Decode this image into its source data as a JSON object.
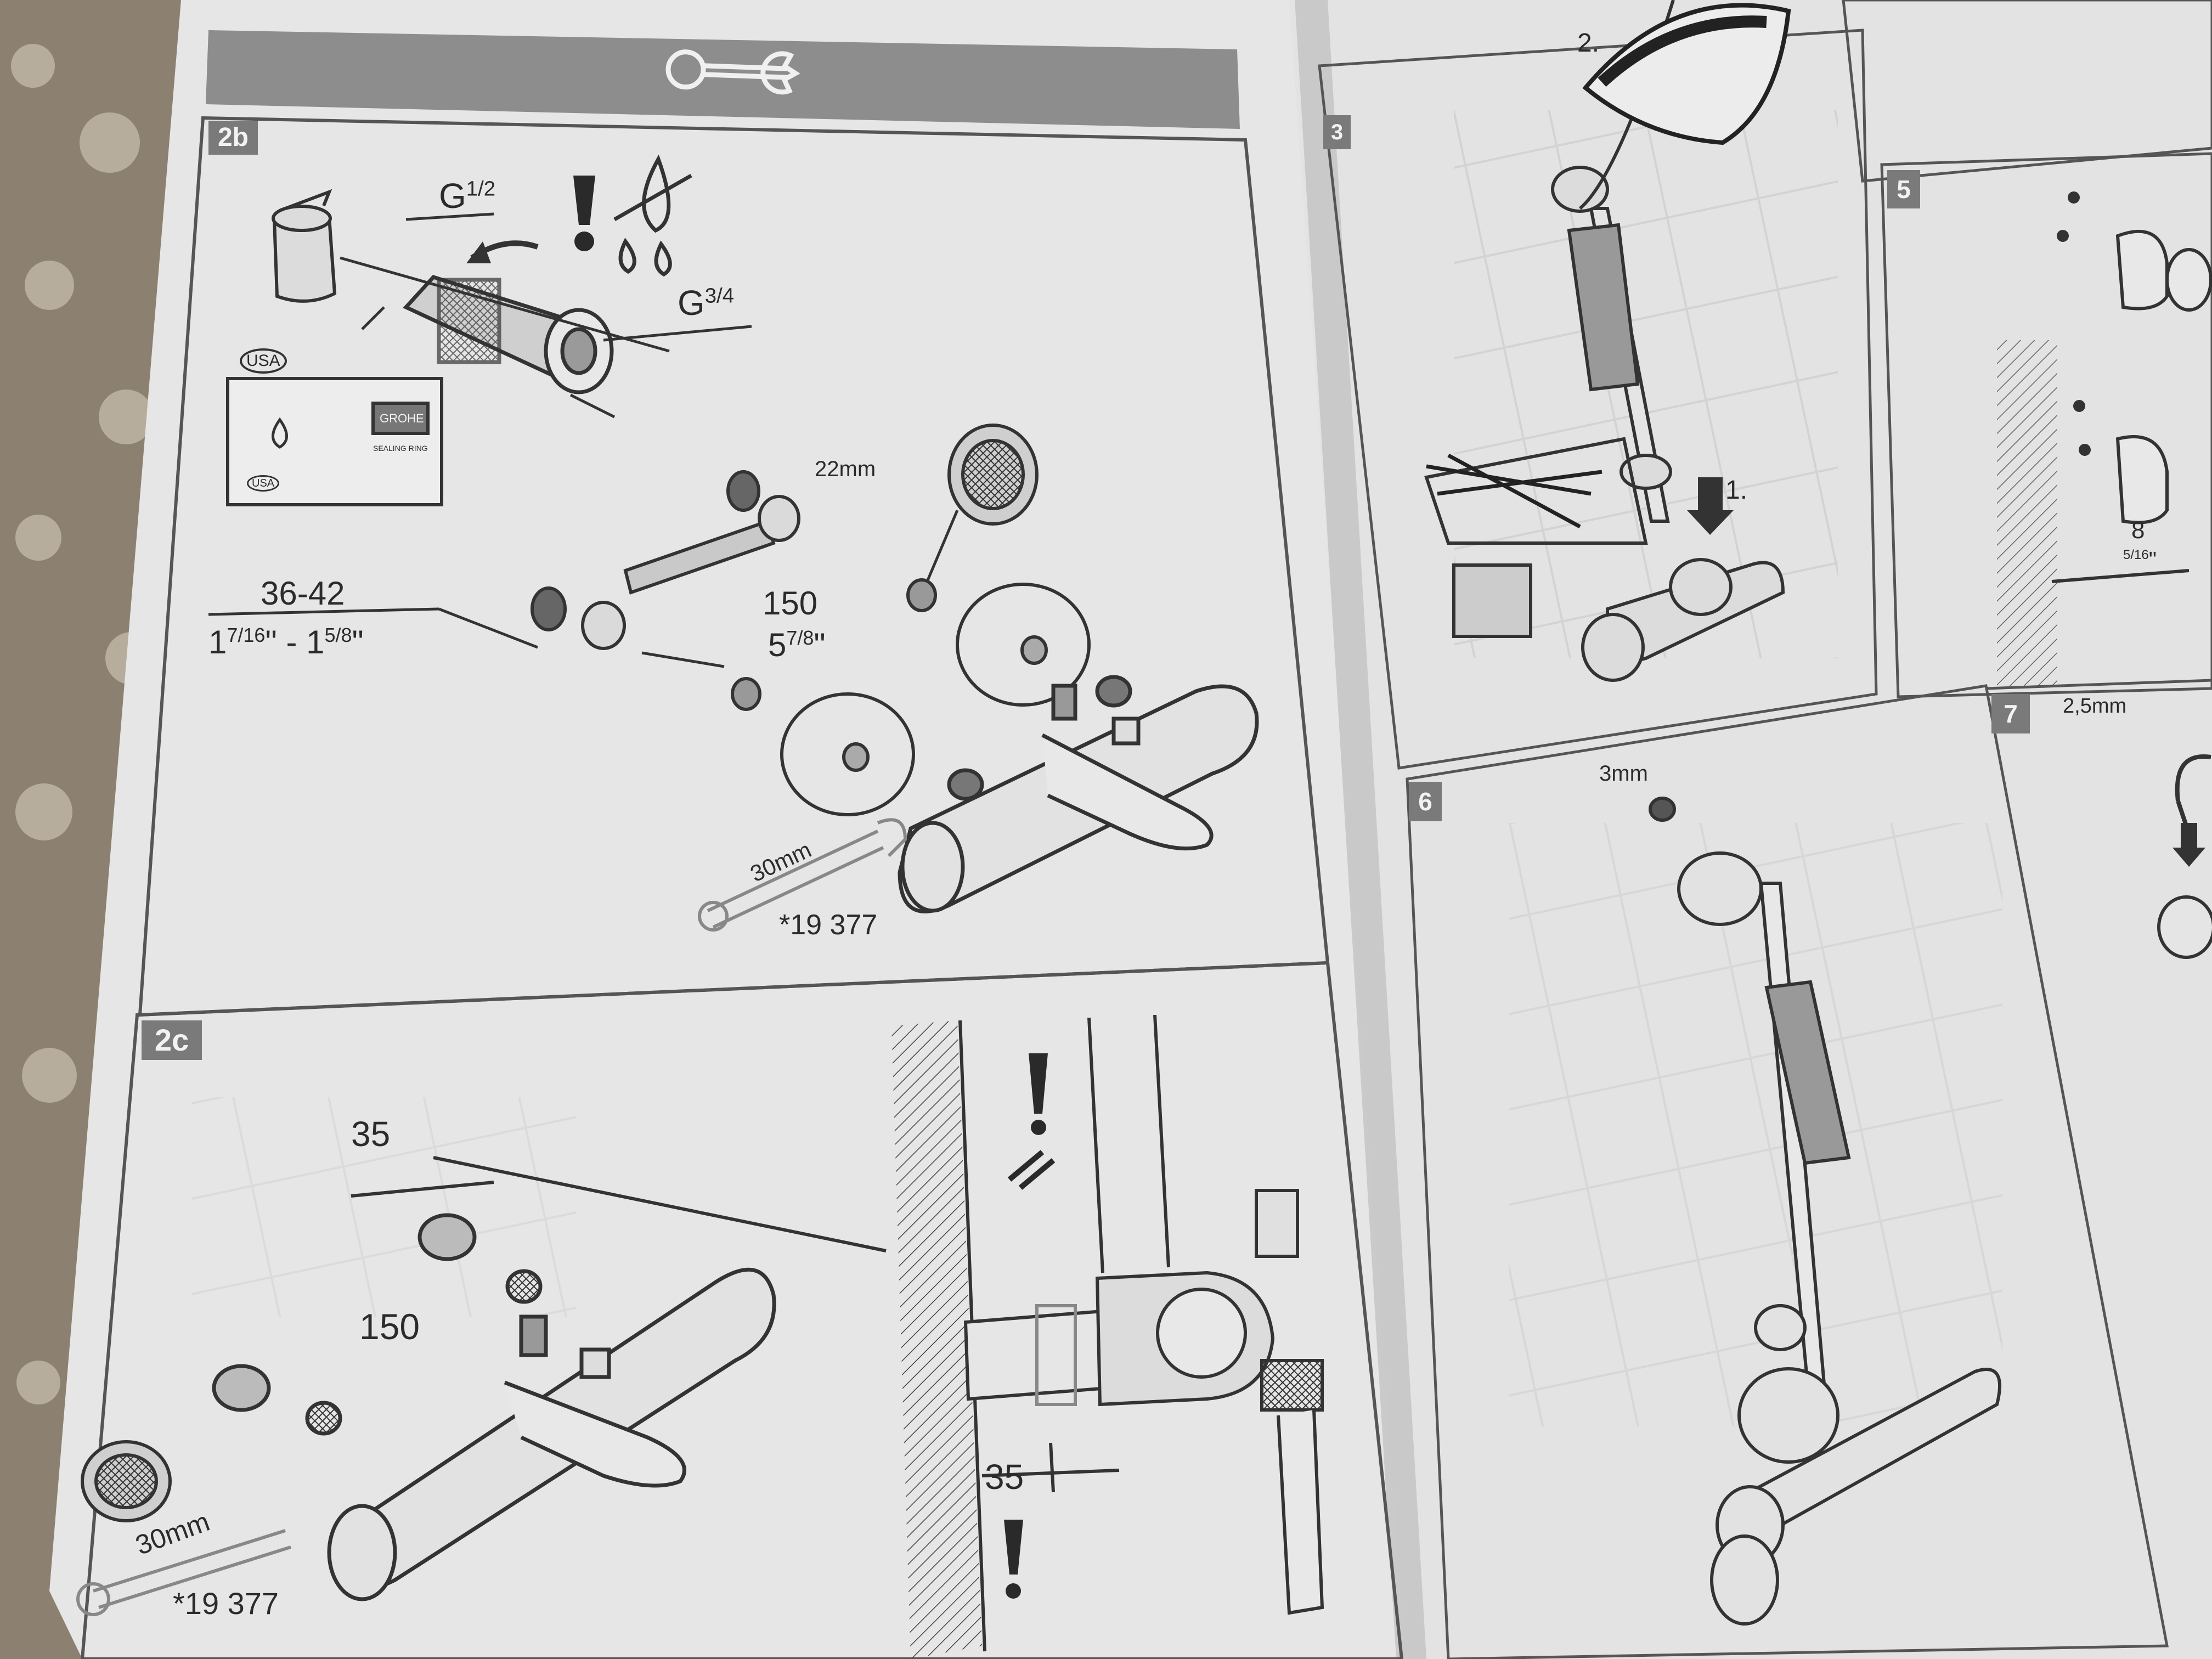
{
  "sections": {
    "s2b": {
      "badge": "2b",
      "g_in": "G",
      "g_in_frac": "1/2",
      "g_out": "G",
      "g_out_frac": "3/4",
      "usa_top": "USA",
      "usa_bottom": "USA",
      "box_brand": "GROHE",
      "box_caption": "SEALING RING",
      "wrench_22": "22mm",
      "range_mm": "36-42",
      "range_in_a": "1",
      "range_in_a_frac": "7/16",
      "range_in_b": "- 1",
      "range_in_b_frac": "5/8",
      "inch_mark": "\"",
      "distance_mm": "150",
      "distance_in": "5",
      "distance_in_frac": "7/8",
      "wrench_30": "30mm",
      "part_no": "*19 377"
    },
    "s2c": {
      "badge": "2c",
      "depth_top": "35",
      "distance_mm": "150",
      "wrench_30": "30mm",
      "part_no": "*19 377",
      "depth_bottom": "35"
    },
    "s3": {
      "badge": "3",
      "step1": "1.",
      "step2": "2."
    },
    "s5": {
      "badge": "5",
      "drill_mm": "8",
      "drill_in_frac": "5/16",
      "inch_mark": "\""
    },
    "s6": {
      "badge": "6",
      "hex_key": "3mm"
    },
    "s7": {
      "badge": "7",
      "hex_key": "2,5mm"
    }
  },
  "icons": [
    "wrench-icon",
    "warning-icon",
    "no-water-icon",
    "water-drop-icon"
  ],
  "colors": {
    "paper": "#e9e9e9",
    "header_bar": "#8e8e8e",
    "badge": "#7a7a7a",
    "line": "#333333"
  }
}
